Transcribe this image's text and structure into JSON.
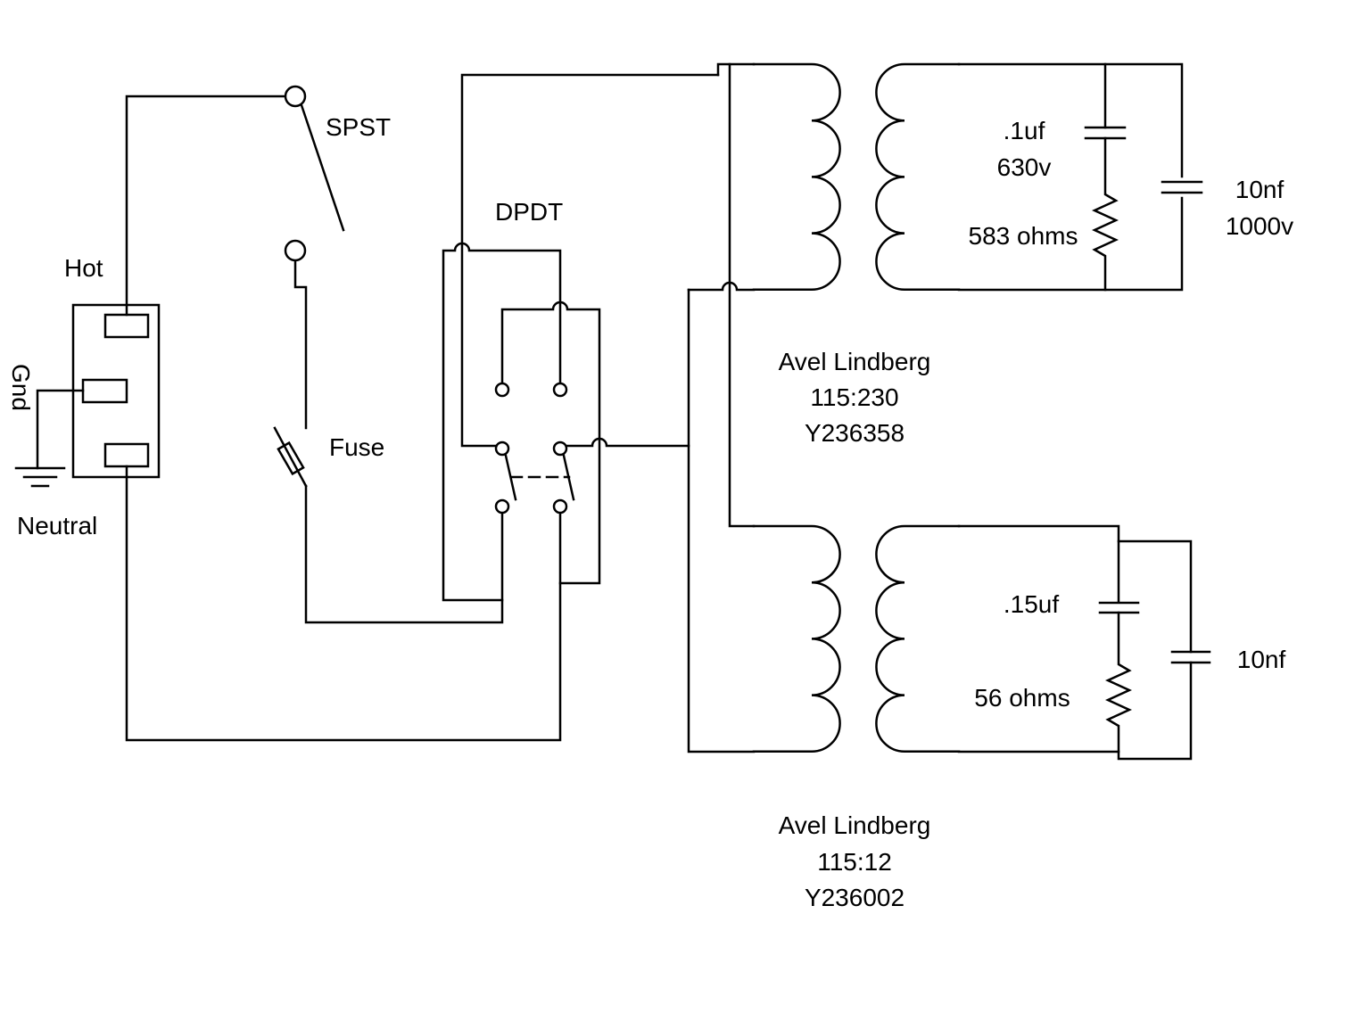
{
  "labels": {
    "hot": "Hot",
    "gnd": "Gnd",
    "neutral": "Neutral",
    "spst": "SPST",
    "fuse": "Fuse",
    "dpdt": "DPDT"
  },
  "transformer_1": {
    "name": "Avel Lindberg",
    "ratio": "115:230",
    "part": "Y236358",
    "snubber": {
      "cap_value": ".1uf",
      "cap_voltage": "630v",
      "resistor": "583 ohms"
    },
    "shunt_cap": {
      "value": "10nf",
      "voltage": "1000v"
    }
  },
  "transformer_2": {
    "name": "Avel Lindberg",
    "ratio": "115:12",
    "part": "Y236002",
    "snubber": {
      "cap_value": ".15uf",
      "resistor": "56 ohms"
    },
    "shunt_cap": {
      "value": "10nf"
    }
  }
}
